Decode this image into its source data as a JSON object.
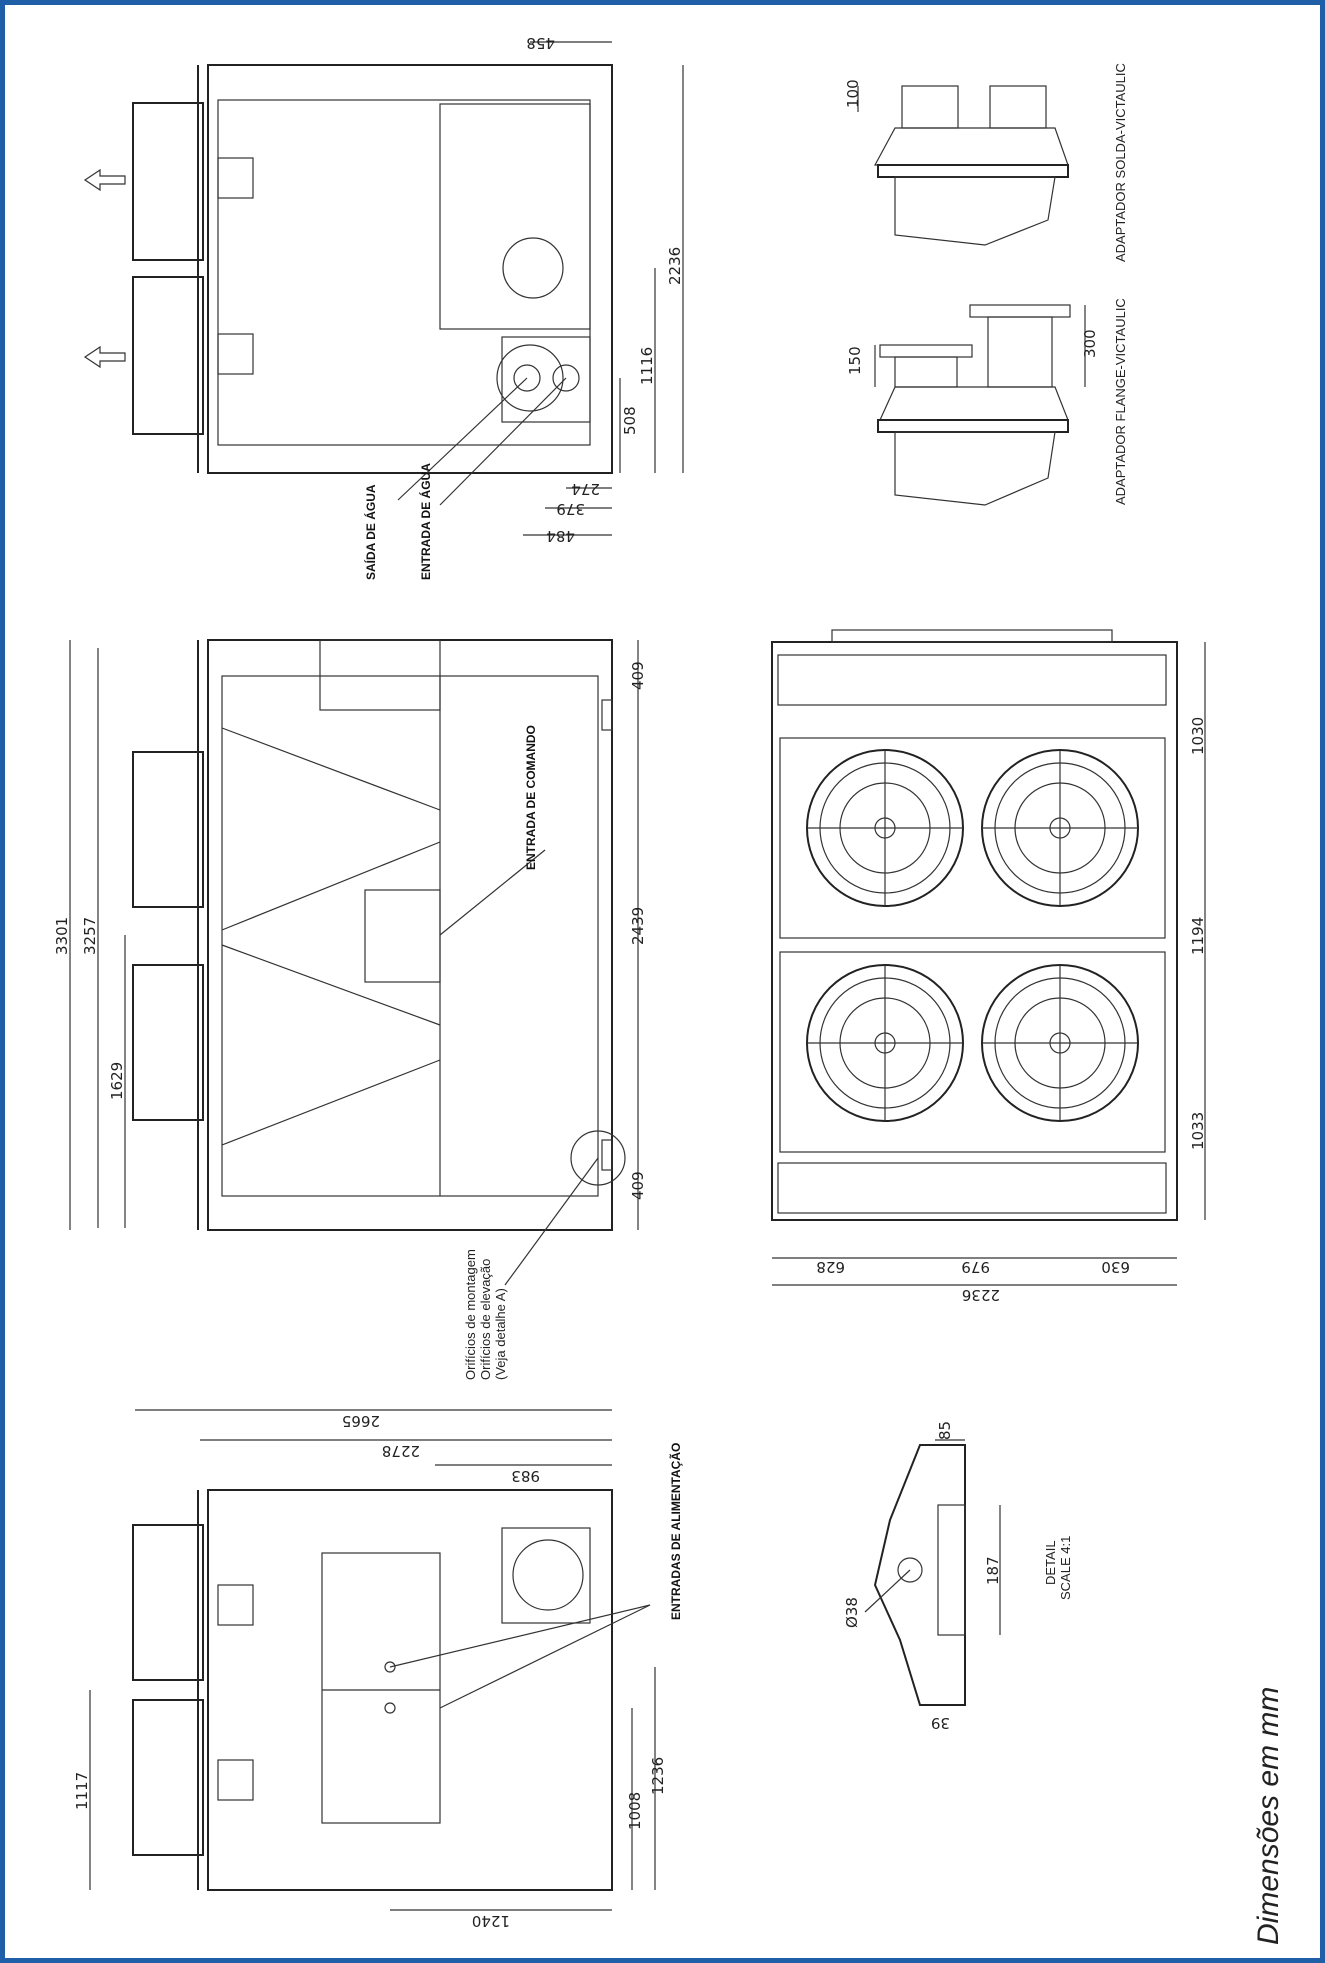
{
  "units_note": "Dimensões em mm",
  "colors": {
    "frame": "#1f5fa8",
    "line": "#222222"
  },
  "top_view": {
    "labels": {
      "saida": "SAÍDA DE ÁGUA",
      "entrada": "ENTRADA DE ÁGUA"
    },
    "dims": [
      "458",
      "2236",
      "1116",
      "508",
      "274",
      "379",
      "484"
    ]
  },
  "adapters": {
    "solda": "ADAPTADOR SOLDA-VICTAULIC",
    "flange": "ADAPTADOR FLANGE-VICTAULIC",
    "dims": [
      "100",
      "150",
      "300"
    ]
  },
  "side_view": {
    "label_comando": "ENTRADA DE COMANDO",
    "note": [
      "Orifícios de montagem",
      "Orifícios de elevação",
      "(Veja detalhe A)"
    ],
    "dims": [
      "3301",
      "3257",
      "1629",
      "409",
      "2439",
      "409"
    ]
  },
  "fan_view": {
    "dims": [
      "1030",
      "1194",
      "1033",
      "628",
      "979",
      "630",
      "2236"
    ]
  },
  "end_view": {
    "label_alimentacao": "ENTRADAS DE ALIMENTAÇÃO",
    "dims": [
      "2665",
      "2278",
      "983",
      "1117",
      "1008",
      "1236",
      "1240"
    ]
  },
  "detail": {
    "title": "DETAIL",
    "scale": "SCALE 4:1",
    "dims": [
      "85",
      "187",
      "Ø38",
      "39"
    ]
  }
}
